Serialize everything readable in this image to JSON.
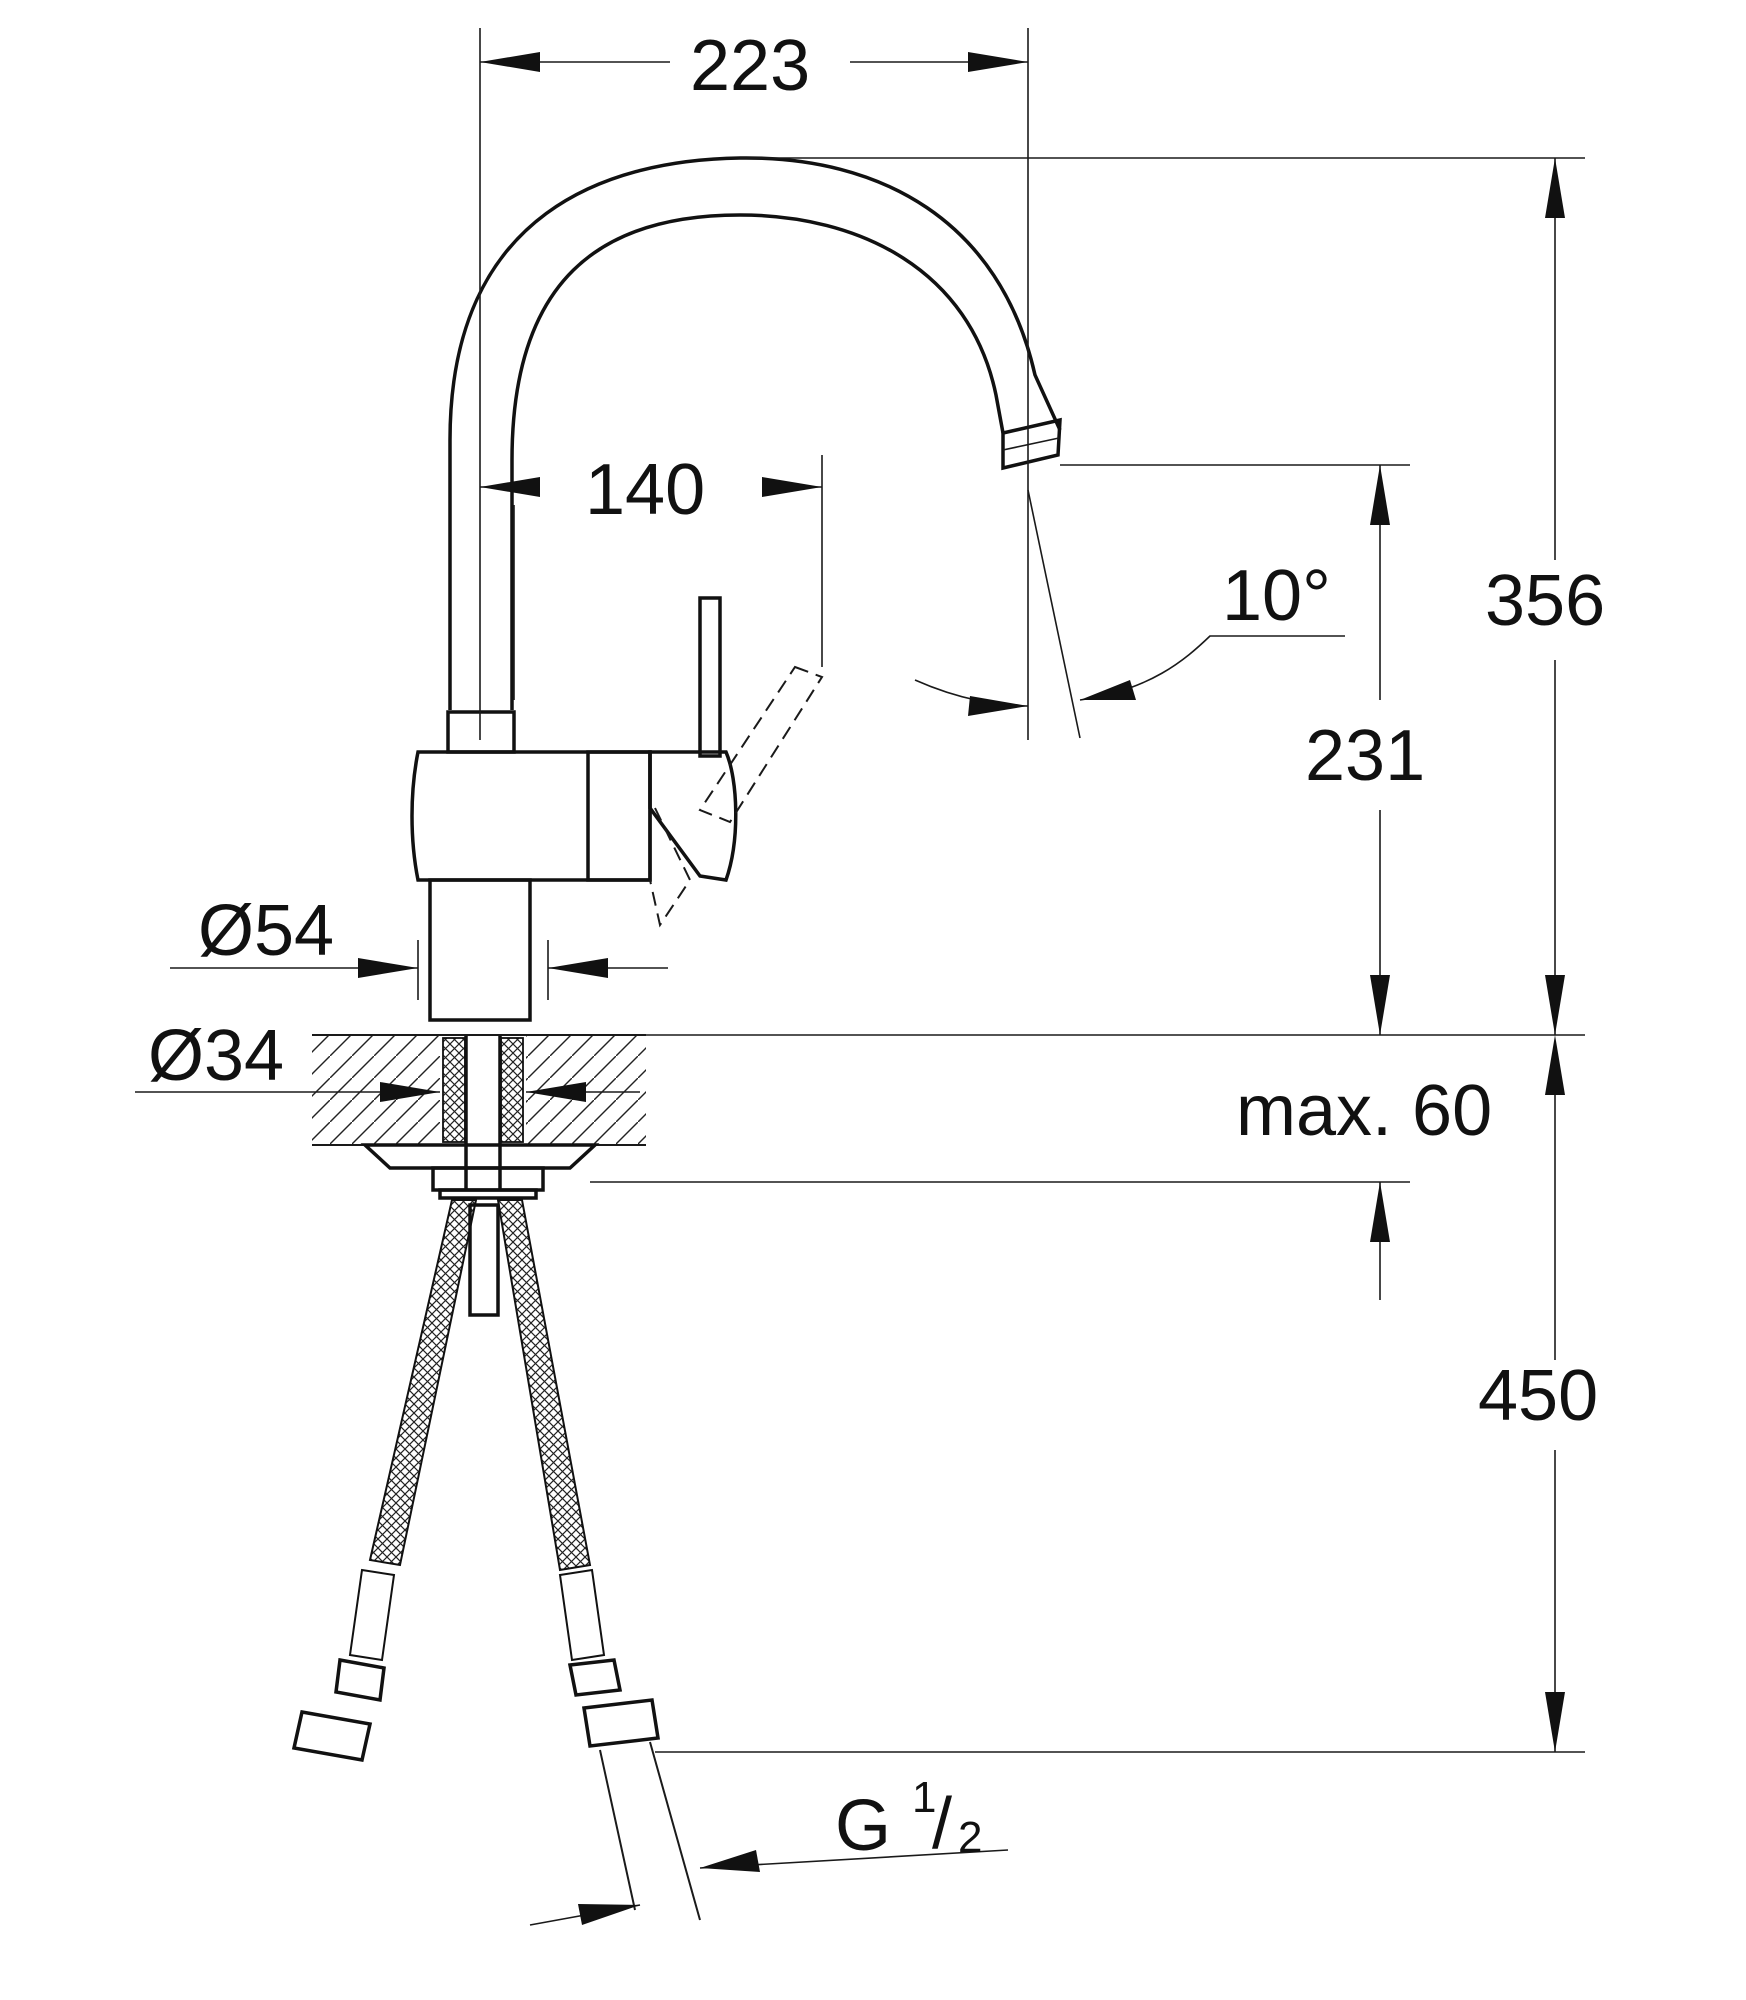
{
  "dimensions": {
    "spout_reach": "223",
    "lever_clearance": "140",
    "spout_tilt": "10°",
    "total_height": "356",
    "spout_height": "231",
    "base_diameter": "Ø54",
    "hole_diameter": "Ø34",
    "max_deck_thickness": "max. 60",
    "hose_length": "450",
    "connection_thread": "G",
    "thread_numerator": "1",
    "thread_denominator": "2"
  },
  "colors": {
    "line": "#111111",
    "background": "#ffffff"
  }
}
